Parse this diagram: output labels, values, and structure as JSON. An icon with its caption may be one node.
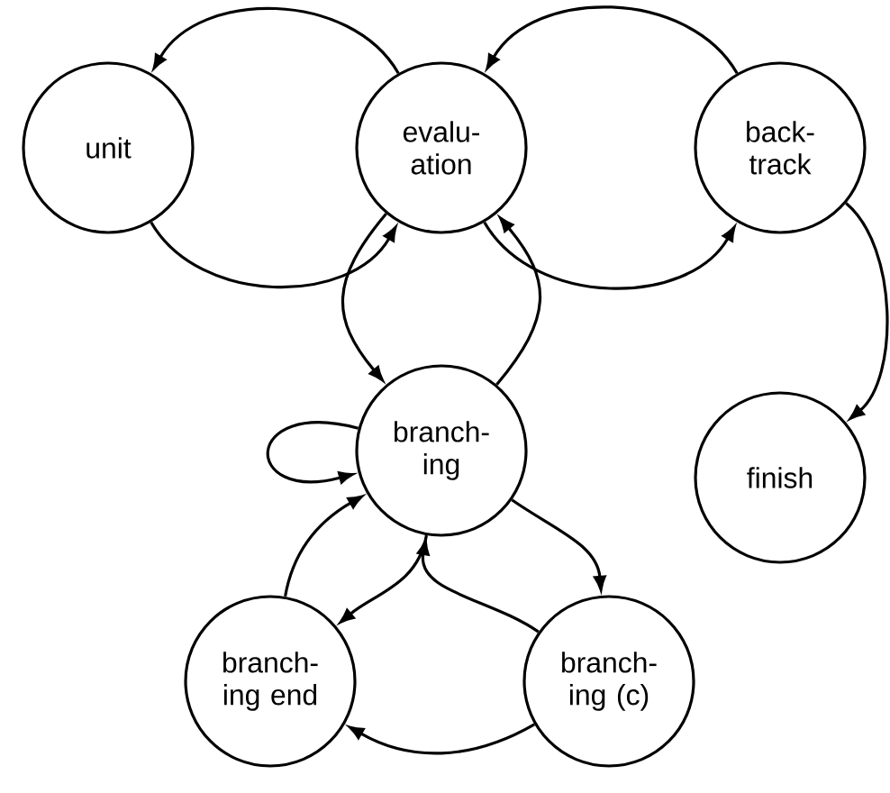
{
  "diagram": {
    "nodes": [
      {
        "text": [
          "unit"
        ]
      },
      {
        "text": [
          "evalu- ation"
        ]
      },
      {
        "text": [
          "back- track"
        ]
      },
      {
        "text": [
          "branch- ing"
        ]
      },
      {
        "text": [
          "finish"
        ]
      },
      {
        "text": [
          "branch- ing end"
        ]
      },
      {
        "text": [
          "branch- ing (c)"
        ]
      }
    ],
    "edges": [
      {
        "from": 1,
        "to": 0,
        "arrow": "to"
      },
      {
        "from": 0,
        "to": 1,
        "arrow": "to"
      },
      {
        "from": 2,
        "to": 1,
        "arrow": "to"
      },
      {
        "from": 1,
        "to": 2,
        "arrow": "to"
      },
      {
        "from": 1,
        "to": 3,
        "arrow": "to"
      },
      {
        "from": 3,
        "to": 1,
        "arrow": "to"
      },
      {
        "from": 2,
        "to": 4,
        "arrow": "to"
      },
      {
        "from": 3,
        "to": 3,
        "arrow": "to"
      },
      {
        "from": 3,
        "to": 5,
        "arrow": "to"
      },
      {
        "from": 5,
        "to": 3,
        "arrow": "to"
      },
      {
        "from": 3,
        "to": 6,
        "arrow": "to"
      },
      {
        "from": 6,
        "to": 3,
        "arrow": "to"
      },
      {
        "from": 6,
        "to": 5,
        "arrow": "to"
      }
    ]
  }
}
